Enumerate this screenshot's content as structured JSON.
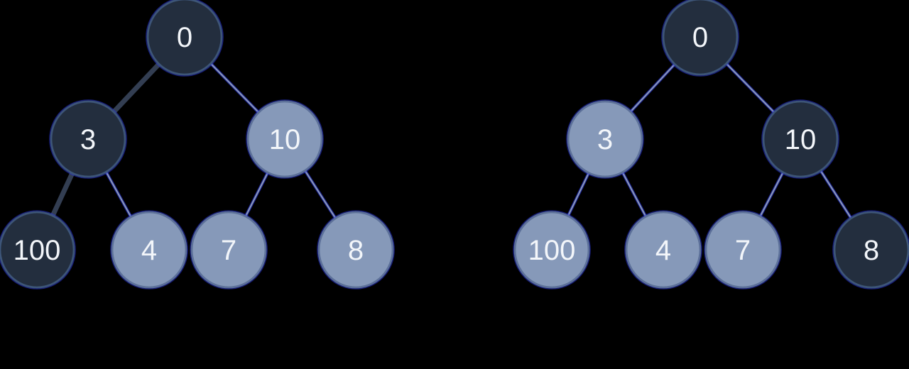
{
  "background": "#000000",
  "colors": {
    "bg": "#000000",
    "dark_fill": "#232e3e",
    "dark_stroke": "#3d5578",
    "light_fill": "#8699b9",
    "light_stroke": "#5c7099",
    "edge_core": "#8e9cb6",
    "edge_fringe": "#2a35d8",
    "edge_thick": "#333e52",
    "label": "#f3f6fa"
  },
  "trees": [
    {
      "name": "left_tree",
      "nodes": [
        {
          "label": "0",
          "state": "dark"
        },
        {
          "label": "3",
          "state": "dark"
        },
        {
          "label": "10",
          "state": "light"
        },
        {
          "label": "100",
          "state": "dark"
        },
        {
          "label": "4",
          "state": "light"
        },
        {
          "label": "7",
          "state": "light"
        },
        {
          "label": "8",
          "state": "light"
        }
      ],
      "edges": [
        {
          "from": "0",
          "to": "3",
          "style": "thick"
        },
        {
          "from": "0",
          "to": "10",
          "style": "thin"
        },
        {
          "from": "3",
          "to": "100",
          "style": "thick"
        },
        {
          "from": "3",
          "to": "4",
          "style": "thin"
        },
        {
          "from": "10",
          "to": "7",
          "style": "thin"
        },
        {
          "from": "10",
          "to": "8",
          "style": "thin"
        }
      ]
    },
    {
      "name": "right_tree",
      "nodes": [
        {
          "label": "0",
          "state": "dark"
        },
        {
          "label": "3",
          "state": "light"
        },
        {
          "label": "10",
          "state": "dark"
        },
        {
          "label": "100",
          "state": "light"
        },
        {
          "label": "4",
          "state": "light"
        },
        {
          "label": "7",
          "state": "light"
        },
        {
          "label": "8",
          "state": "dark"
        }
      ],
      "edges": [
        {
          "from": "0",
          "to": "3",
          "style": "thin"
        },
        {
          "from": "0",
          "to": "10",
          "style": "thin"
        },
        {
          "from": "3",
          "to": "100",
          "style": "thin"
        },
        {
          "from": "3",
          "to": "4",
          "style": "thin"
        },
        {
          "from": "10",
          "to": "7",
          "style": "thin"
        },
        {
          "from": "10",
          "to": "8",
          "style": "thin"
        }
      ]
    }
  ]
}
